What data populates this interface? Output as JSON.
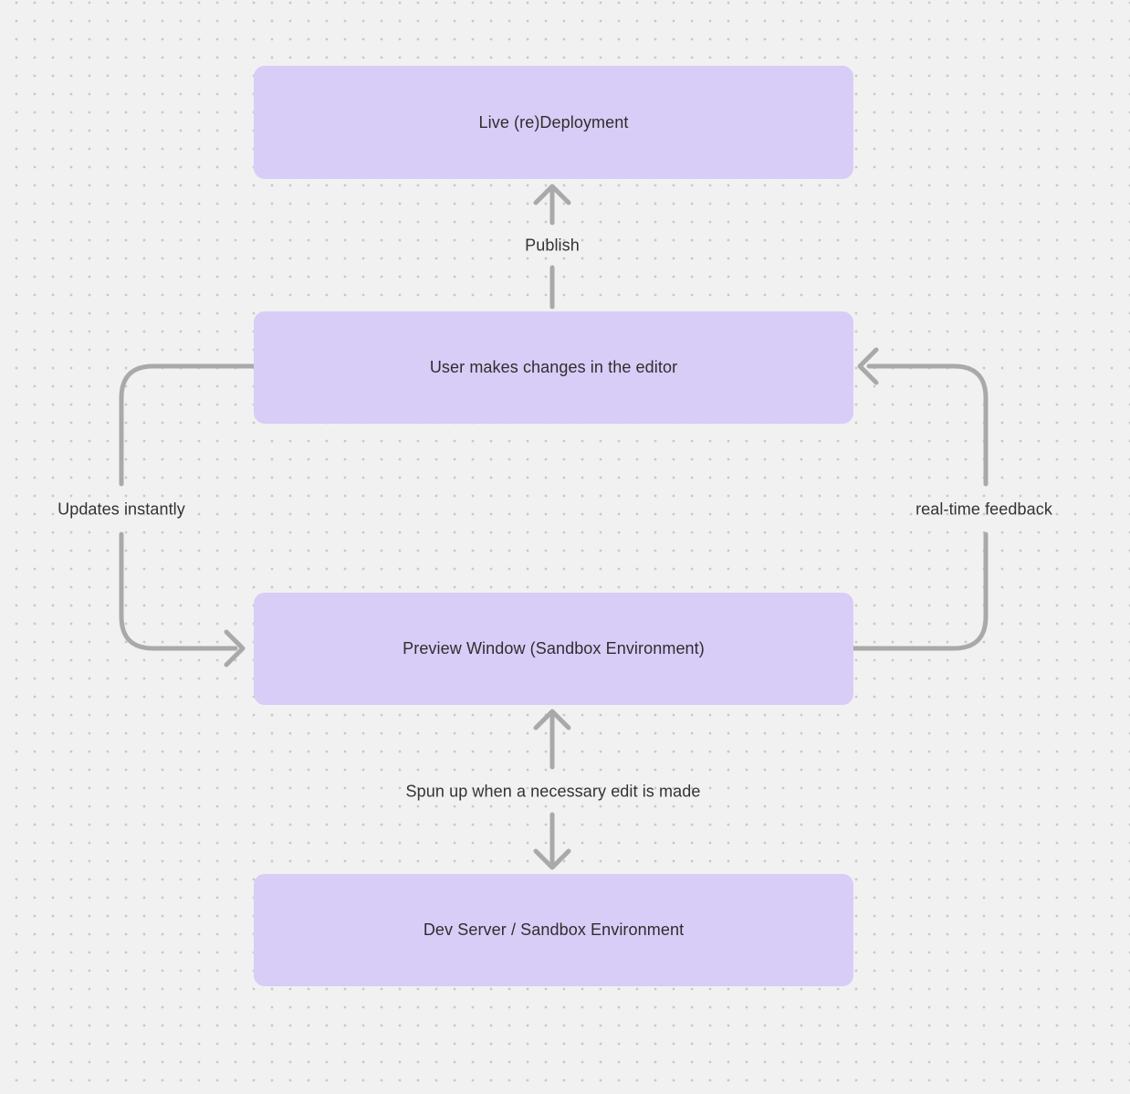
{
  "diagram": {
    "title": "editor deployment flow",
    "colors": {
      "background": "#f2f1f1",
      "dot_grid": "#c9c9c9",
      "node_fill": "#d8cdf7",
      "connector": "#a9a9a9",
      "text": "#2e2e2e"
    },
    "nodes": [
      {
        "id": "live-redeployment",
        "label": "Live (re)Deployment"
      },
      {
        "id": "user-editor",
        "label": "User makes changes in the editor"
      },
      {
        "id": "preview-window",
        "label": "Preview Window (Sandbox Environment)"
      },
      {
        "id": "dev-server",
        "label": "Dev Server / Sandbox Environment"
      }
    ],
    "edges": [
      {
        "id": "publish",
        "label": "Publish",
        "from": "user-editor",
        "to": "live-redeployment"
      },
      {
        "id": "updates-instantly",
        "label": "Updates instantly",
        "from": "user-editor",
        "to": "preview-window"
      },
      {
        "id": "realtime-feedback",
        "label": "real-time feedback",
        "from": "preview-window",
        "to": "user-editor"
      },
      {
        "id": "spun-up",
        "label": "Spun up when a necessary edit is made",
        "from": "preview-window",
        "to": "dev-server",
        "bidirectional": true
      }
    ]
  }
}
